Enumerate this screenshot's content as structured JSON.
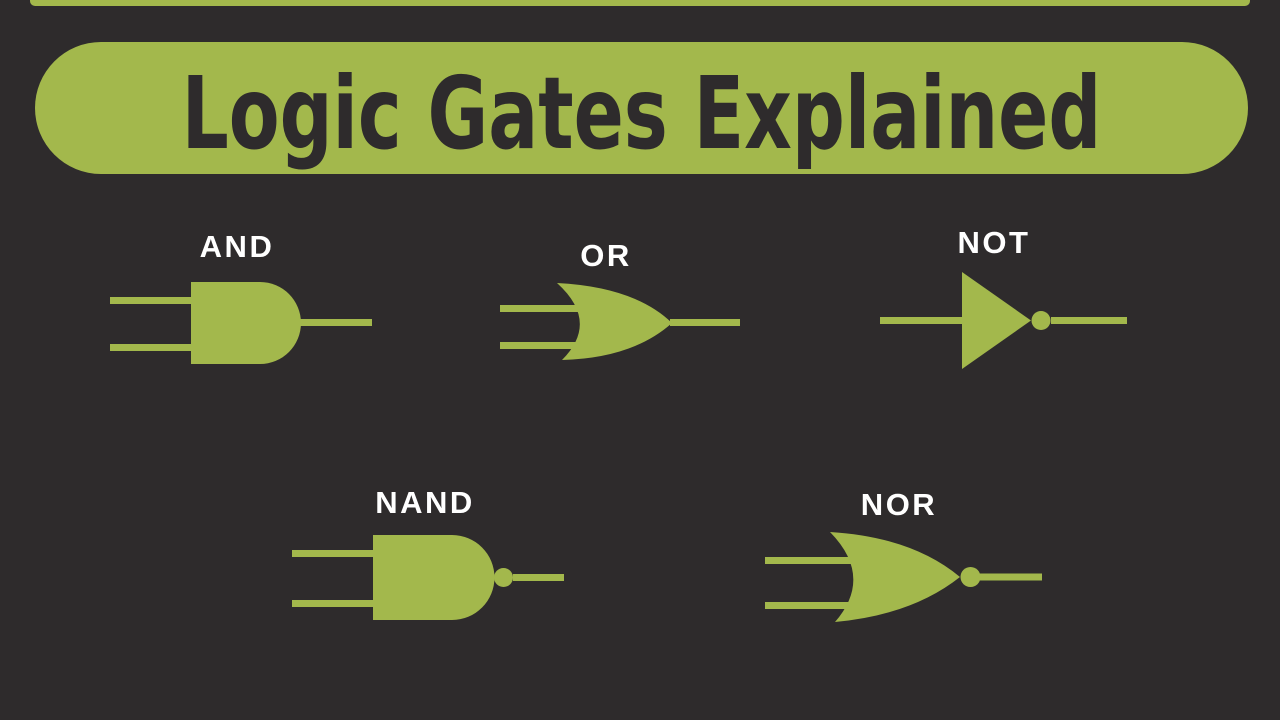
{
  "title": {
    "text": "Logic Gates Explained"
  },
  "colors": {
    "background": "#2e2b2c",
    "accent_green": "#a3b84c",
    "title_text": "#2e2b2c",
    "label_text": "#ffffff"
  },
  "gates": [
    {
      "label": "AND"
    },
    {
      "label": "OR"
    },
    {
      "label": "NOT"
    },
    {
      "label": "NAND"
    },
    {
      "label": "NOR"
    }
  ]
}
